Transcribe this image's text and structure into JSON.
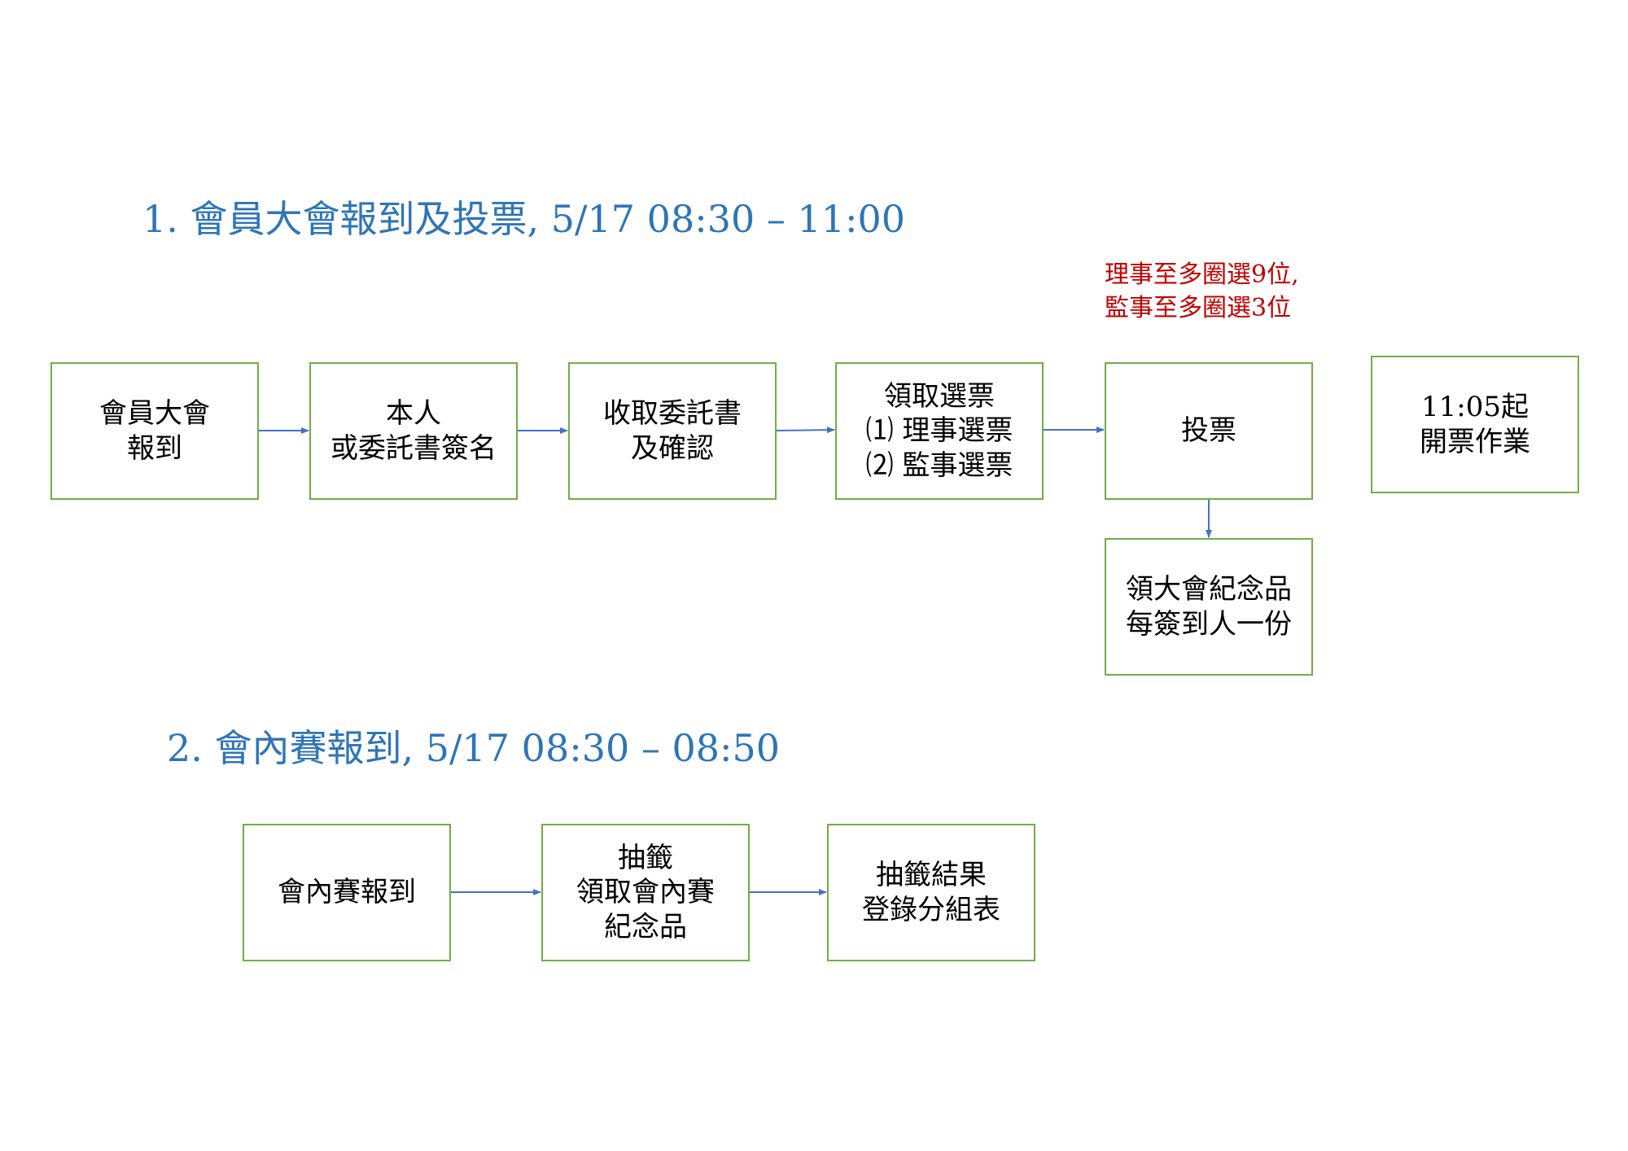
{
  "section1": {
    "heading": "1. 會員大會報到及投票, 5/17 08:30  –  11:00",
    "note_lines": [
      "理事至多圈選9位,",
      "監事至多圈選3位"
    ],
    "nodes": [
      {
        "lines": [
          "會員大會",
          "報到"
        ]
      },
      {
        "lines": [
          "本人",
          "或委託書簽名"
        ]
      },
      {
        "lines": [
          "收取委託書",
          "及確認"
        ]
      },
      {
        "lines": [
          "領取選票",
          "⑴  理事選票",
          "⑵  監事選票"
        ]
      },
      {
        "lines": [
          "投票"
        ]
      },
      {
        "lines": [
          "11:05起",
          "開票作業"
        ]
      },
      {
        "lines": [
          "領大會紀念品",
          "每簽到人一份"
        ]
      }
    ]
  },
  "section2": {
    "heading": "2. 會內賽報到, 5/17 08:30  –  08:50",
    "nodes": [
      {
        "lines": [
          "會內賽報到"
        ]
      },
      {
        "lines": [
          "抽籤",
          "領取會內賽",
          "紀念品"
        ]
      },
      {
        "lines": [
          "抽籤結果",
          "登錄分組表"
        ]
      }
    ]
  },
  "colors": {
    "heading": "#2e75b6",
    "node_border": "#70ad47",
    "arrow": "#4472c4",
    "note": "#c00000"
  }
}
